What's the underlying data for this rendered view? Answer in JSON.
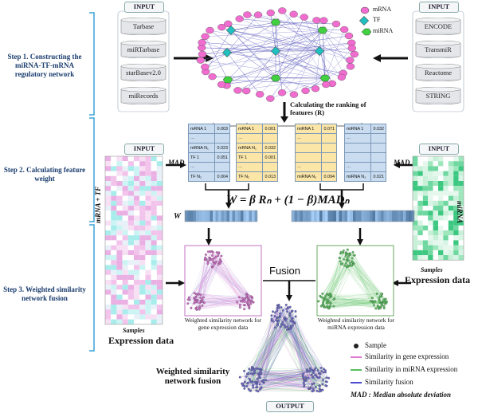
{
  "legend_top": {
    "mrna": "mRNA",
    "tf": "TF",
    "mirna": "miRNA"
  },
  "inputs": {
    "left_header": "INPUT",
    "right_header": "INPUT",
    "left_dbs": [
      "Tarbase",
      "miRTarbase",
      "starBasev2.0",
      "miRecords"
    ],
    "right_dbs": [
      "ENCODE",
      "TransmiR",
      "Reactome",
      "STRING"
    ],
    "mid_left_header": "INPUT",
    "mid_right_header": "INPUT"
  },
  "steps": {
    "step1": "Step 1. Constructing the miRNA-TF-mRNA regulatory network",
    "step2": "Step 2. Calculating feature weight",
    "step3": "Step 3. Weighted similarity network fusion"
  },
  "ranking_label": "Calculating the ranking of features (R)",
  "tables": {
    "t1": [
      [
        "mRNA 1",
        "0.003"
      ],
      [
        "···",
        ""
      ],
      [
        "mRNA N₁",
        "0.023"
      ],
      [
        "TF 1",
        "0.051"
      ],
      [
        "···",
        ""
      ],
      [
        "TF N₂",
        "0.004"
      ]
    ],
    "t2": [
      [
        "mRNA 1",
        "0.001"
      ],
      [
        "···",
        ""
      ],
      [
        "mRNA N₁",
        "0.032"
      ],
      [
        "TF 1",
        "0.001"
      ],
      [
        "···",
        ""
      ],
      [
        "TF N₂",
        "0.013"
      ]
    ],
    "t3": [
      [
        "miRNA 1",
        "0.071"
      ],
      [
        "···",
        ""
      ],
      [
        "",
        ""
      ],
      [
        "",
        ""
      ],
      [
        "···",
        ""
      ],
      [
        "miRNA N₃",
        "0.094"
      ]
    ],
    "t4": [
      [
        "miRNA 1",
        "0.032"
      ],
      [
        "···",
        ""
      ],
      [
        "",
        ""
      ],
      [
        "",
        ""
      ],
      [
        "···",
        ""
      ],
      [
        "miRNA N₃",
        "0.021"
      ]
    ]
  },
  "mad_left": "MAD",
  "mad_right": "MAD",
  "formula": "W = β Rₙ + (1 − β)MADₙ",
  "w_label": "W",
  "axis_left": "mRNA + TF",
  "axis_right": "miRNA",
  "samples_left": "Samples",
  "samples_right": "Samples",
  "expr_left": "Expression data",
  "expr_right": "Expression data",
  "fusion_label": "Fusion",
  "net_gene_caption": "Weighted similarity network for gene expression data",
  "net_mirna_caption": "Weighted similarity network for miRNA expression data",
  "fused_caption": "Weighted similarity network fusion",
  "output_label": "OUTPUT",
  "legend_bottom": {
    "sample": "Sample",
    "gene": "Similarity in gene expression",
    "mirna": "Similarity in miRNA expression",
    "fusion": "Similarity fusion",
    "mad": "MAD : Median absolute deviation"
  },
  "colors": {
    "mrna_node": "#f06ccf",
    "tf_node": "#20c0c0",
    "mirna_node": "#40d040",
    "table_blue": "#c9dcf0",
    "table_orange": "#fbe6a8",
    "bracket": "#3aa4d8",
    "gene_edge": "#e07ad0",
    "mirna_edge": "#58c060",
    "fusion_edge": "#4a4ad0"
  }
}
